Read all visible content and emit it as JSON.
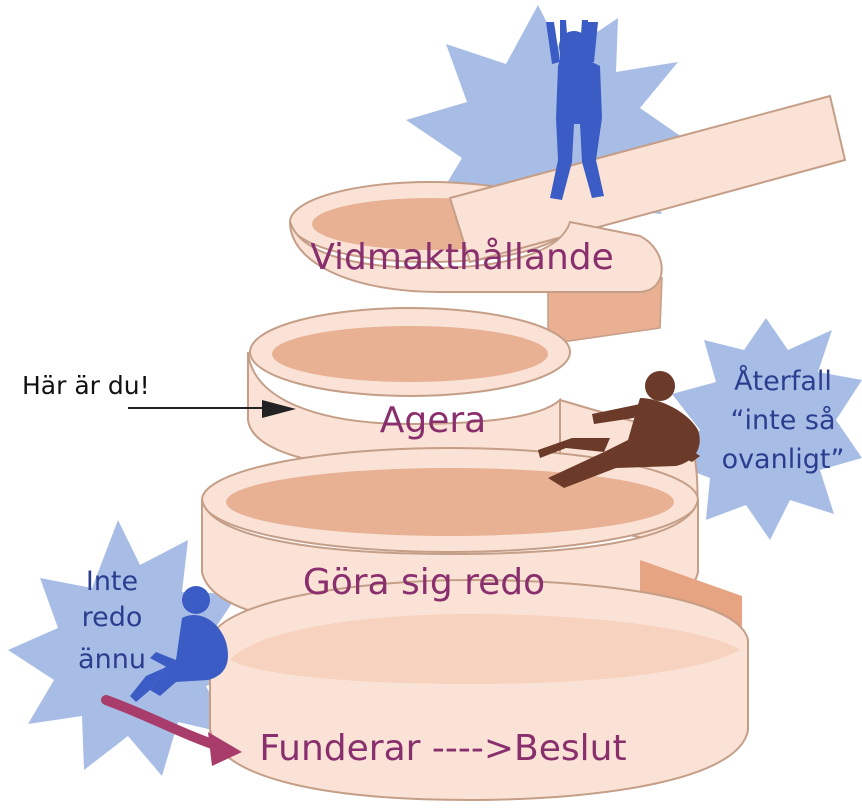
{
  "colors": {
    "band_light": "#fae3d6",
    "band_edge": "#c59e88",
    "band_inner": "#e8b194",
    "band_shadow": "#d8997a",
    "star": "#a8bde6",
    "figure_blue": "#3b5cc4",
    "figure_brown": "#6b3a28",
    "stage_text": "#8a2f6e",
    "side_text": "#2b3d8f",
    "here_text": "#111111",
    "curved_arrow": "#a83c6a",
    "pointer_arrow": "#222222"
  },
  "stages": [
    {
      "id": "maintenance",
      "label": "Vidmakthållande"
    },
    {
      "id": "action",
      "label": "Agera"
    },
    {
      "id": "preparation",
      "label": "Göra sig redo"
    },
    {
      "id": "contemplation",
      "label": "Funderar ---->Beslut"
    }
  ],
  "relapse": {
    "lines": [
      "Återfall",
      "“inte så",
      "ovanligt”"
    ]
  },
  "not_ready": {
    "lines": [
      "Inte",
      "redo",
      "ännu"
    ]
  },
  "you_are_here": {
    "label": "Här är du!"
  },
  "icons": {
    "cheering": "cheering-person-icon",
    "falling": "falling-person-icon",
    "sitting": "sitting-person-icon",
    "star": "starburst-icon"
  }
}
